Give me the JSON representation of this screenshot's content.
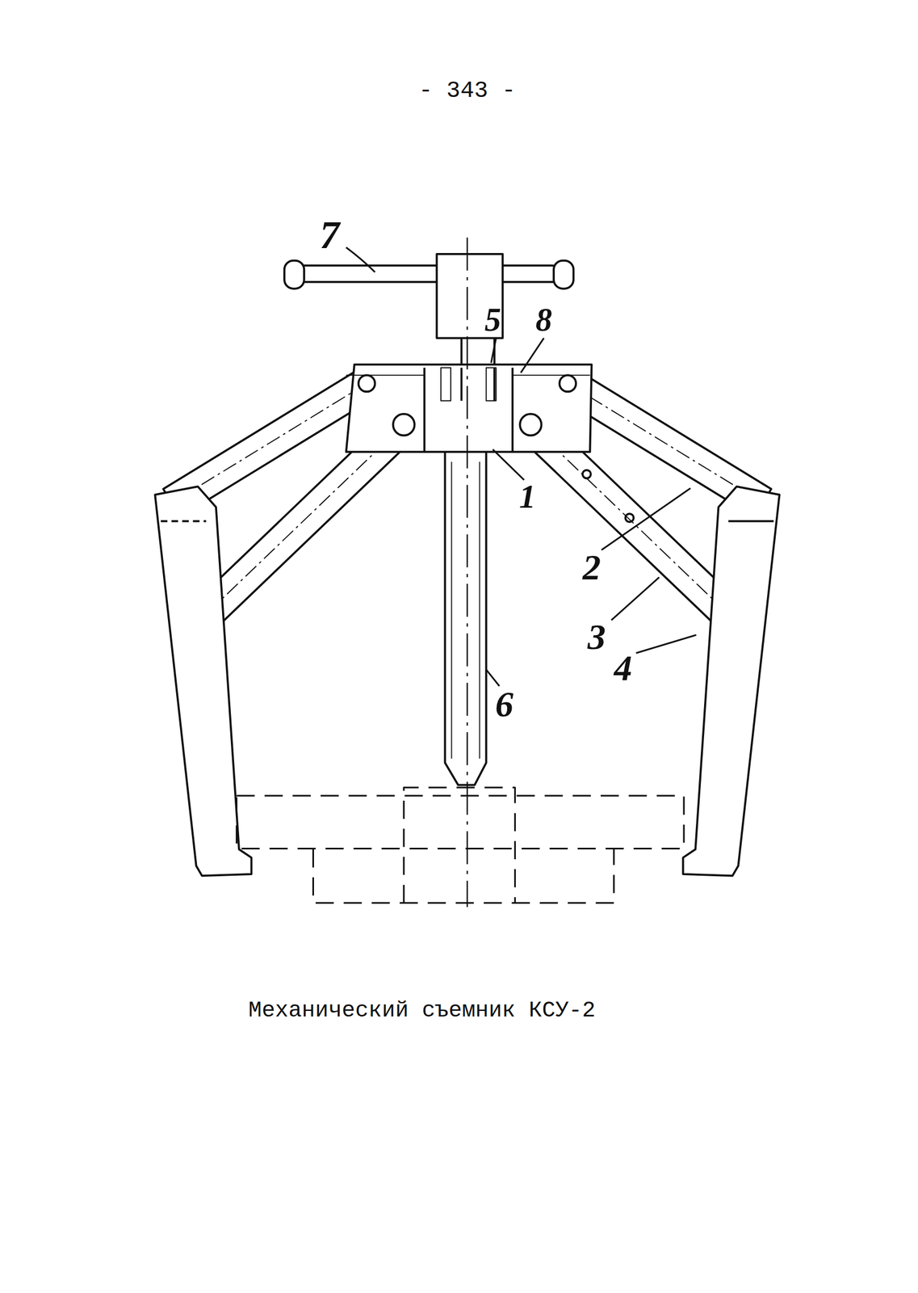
{
  "diagram": {
    "caption": "Механический съемник КСУ-2",
    "labels": [
      "- 343 -",
      "7",
      "5",
      "8",
      "1",
      "2",
      "3",
      "4",
      "6"
    ]
  }
}
